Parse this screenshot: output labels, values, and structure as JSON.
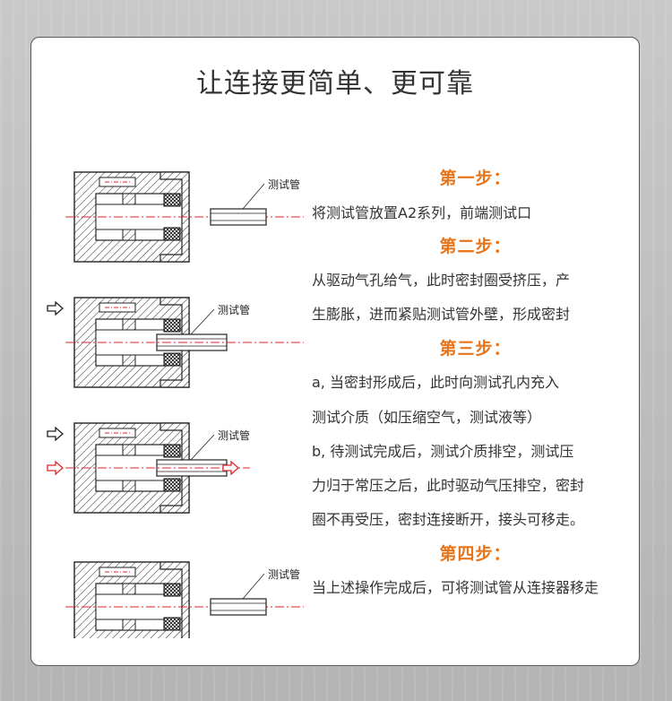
{
  "title": "让连接更简单、更可靠",
  "diagram": {
    "tube_label": "测试管"
  },
  "steps": [
    {
      "heading": "第一步：",
      "lines": [
        "将测试管放置A2系列，前端测试口"
      ]
    },
    {
      "heading": "第二步：",
      "lines": [
        "从驱动气孔给气，此时密封圈受挤压，产",
        "生膨胀，进而紧贴测试管外壁，形成密封"
      ]
    },
    {
      "heading": "第三步：",
      "lines": [
        "a, 当密封形成后，此时向测试孔内充入",
        "测试介质（如压缩空气，测试液等）",
        "b, 待测试完成后，测试介质排空，测试压",
        "力归于常压之后，此时驱动气压排空，密封",
        "圈不再受压，密封连接断开，接头可移走。"
      ]
    },
    {
      "heading": "第四步：",
      "lines": [
        "当上述操作完成后，可将测试管从连接器移走"
      ]
    }
  ],
  "colors": {
    "accent": "#e8751a",
    "arrow_red": "#e0242a",
    "text": "#333333"
  }
}
